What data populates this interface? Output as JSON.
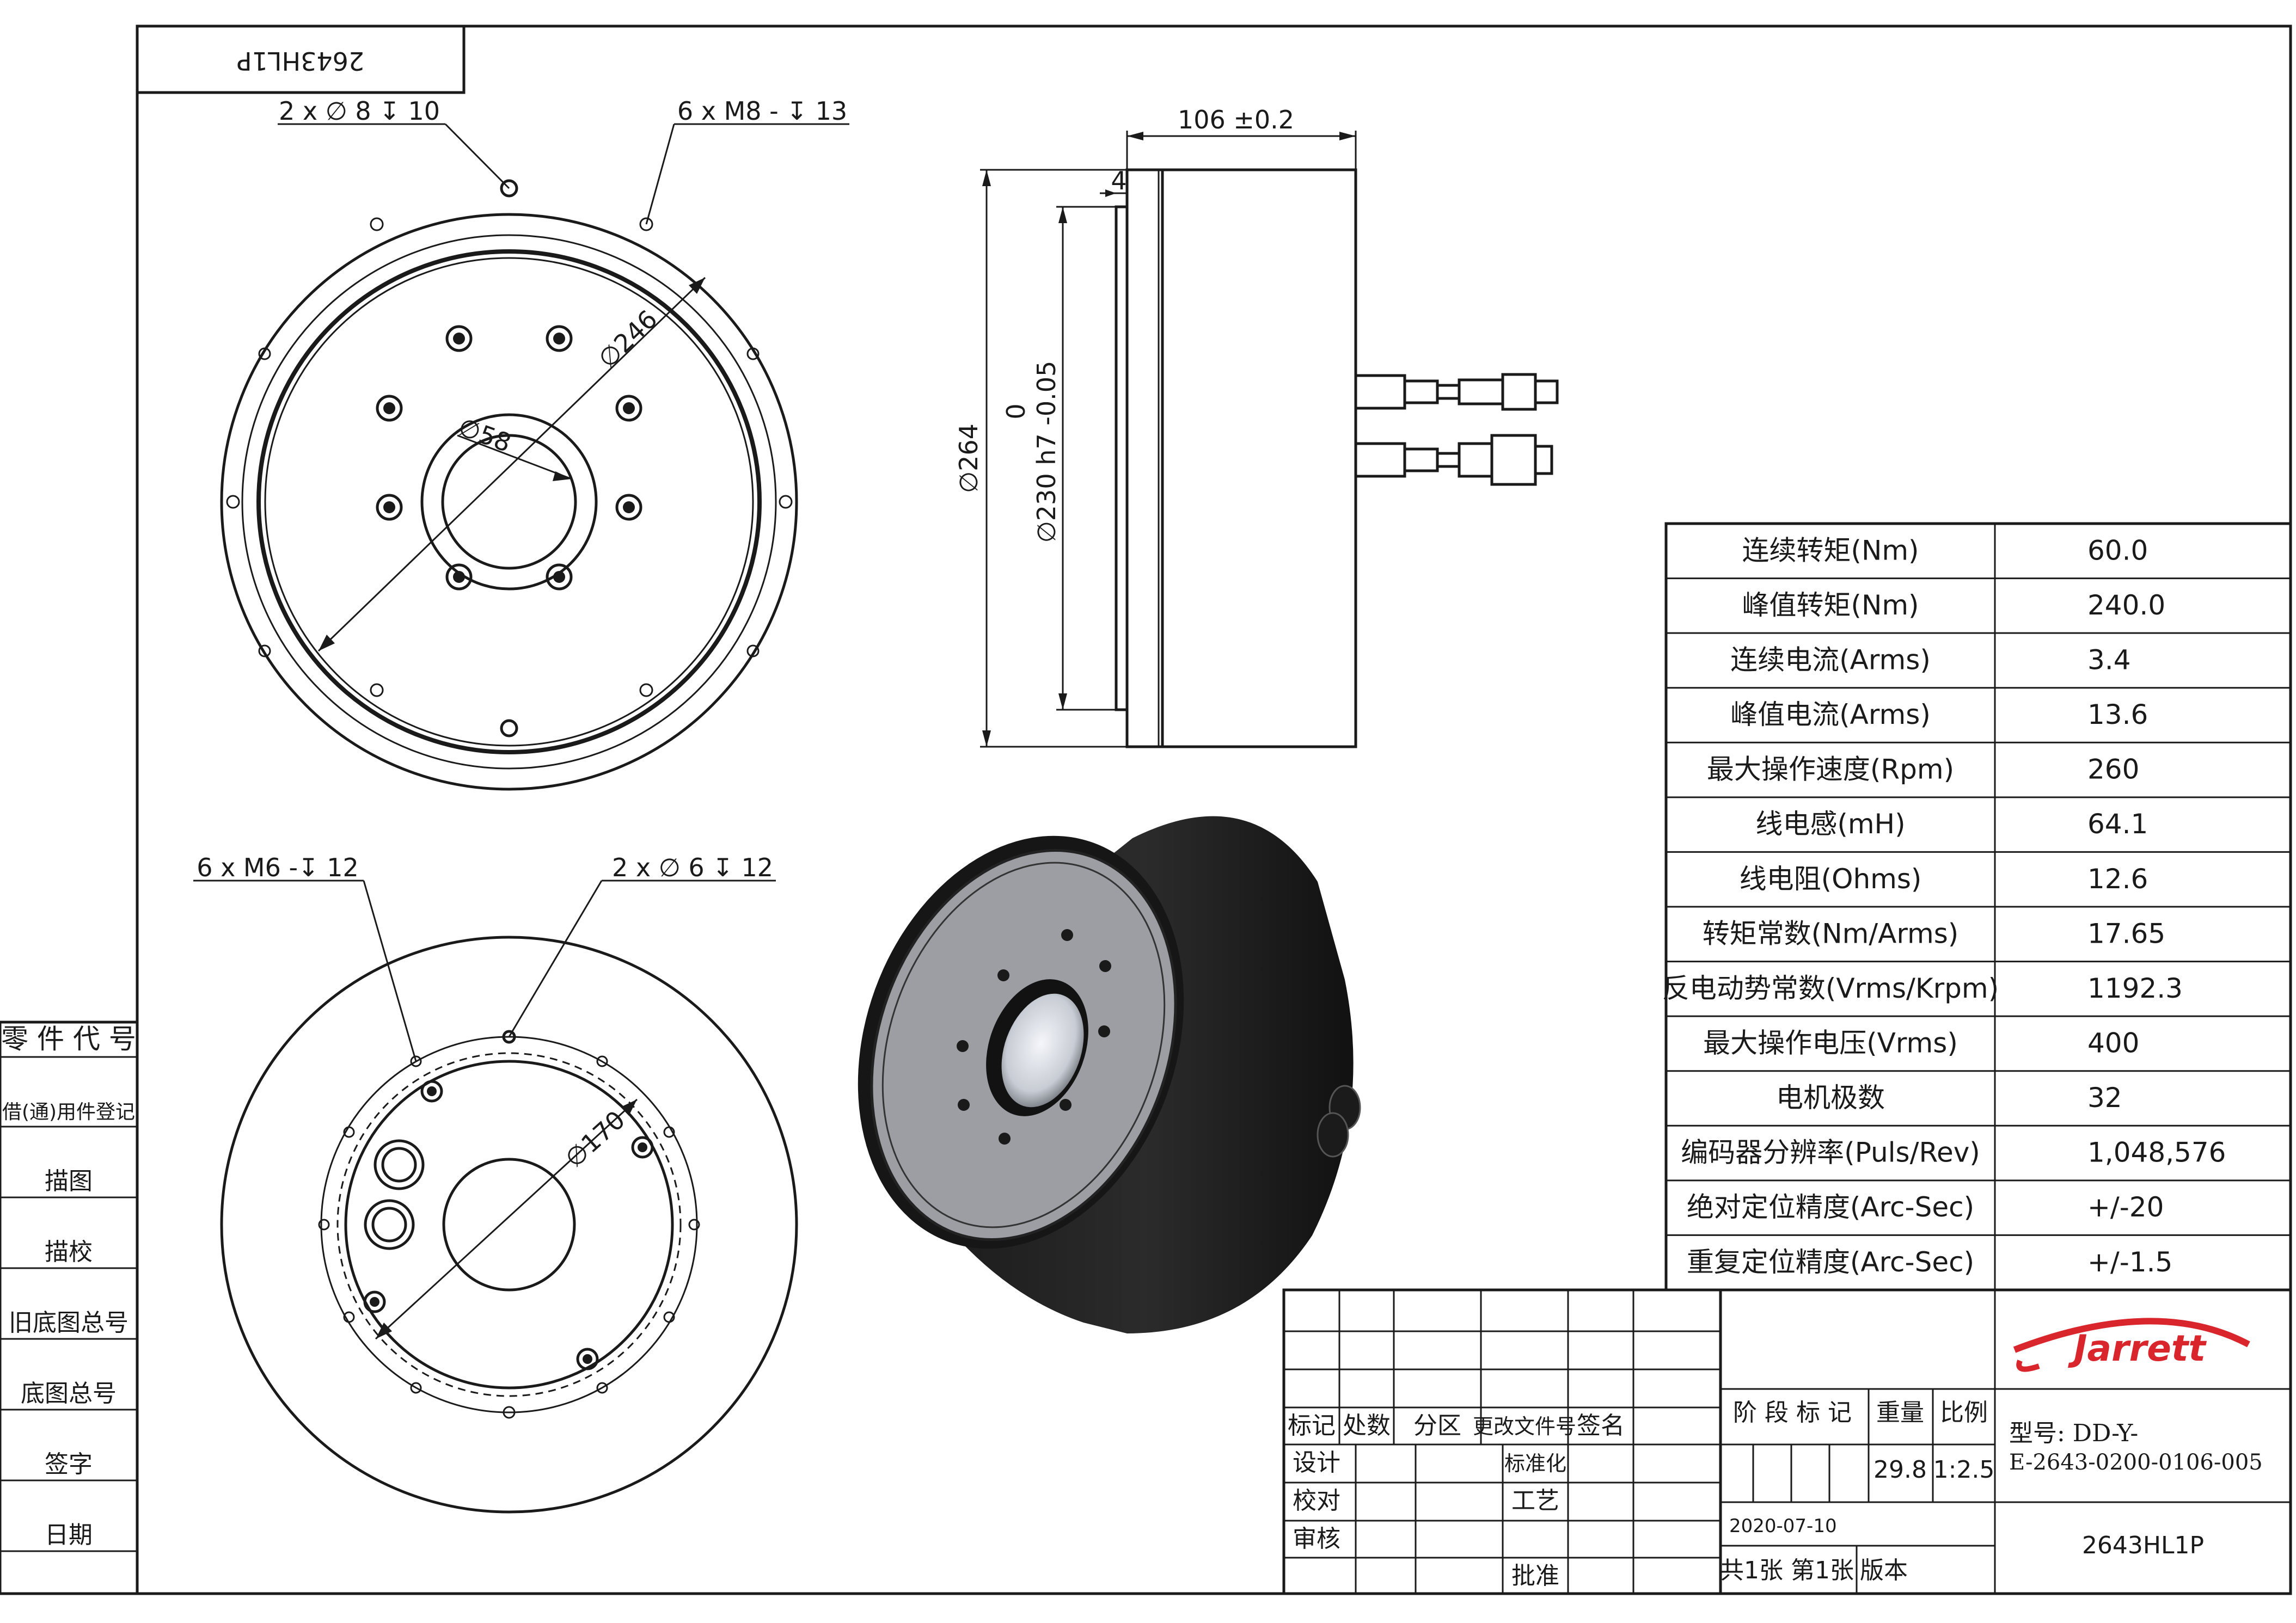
{
  "drawing": {
    "part_code_mirrored": "2643HL1P",
    "front_view": {
      "callout_holes": "2 x ∅ 8 ↧ 10",
      "callout_threads": "6 x  M8 - ↧ 13",
      "dia_pcd": "∅246",
      "dia_bore": "∅58"
    },
    "side_view": {
      "length": "106 ±0.2",
      "flange": "4",
      "dia_outer": "∅264",
      "dia_pilot": "∅230 h7 -0.05",
      "tol_upper": "0"
    },
    "rear_view": {
      "callout_threads": "6 x  M6 -↧ 12",
      "callout_holes": "2 x ∅ 6 ↧ 12",
      "dia_pcd": "∅170"
    }
  },
  "left_strip": [
    "零 件 代 号",
    "借(通)用件登记",
    "描图",
    "描校",
    "旧底图总号",
    "底图总号",
    "签字",
    "日期"
  ],
  "specs": [
    {
      "label": "连续转矩(Nm)",
      "value": "60.0"
    },
    {
      "label": "峰值转矩(Nm)",
      "value": "240.0"
    },
    {
      "label": "连续电流(Arms)",
      "value": "3.4"
    },
    {
      "label": "峰值电流(Arms)",
      "value": "13.6"
    },
    {
      "label": "最大操作速度(Rpm)",
      "value": "260"
    },
    {
      "label": "线电感(mH)",
      "value": "64.1"
    },
    {
      "label": "线电阻(Ohms)",
      "value": "12.6"
    },
    {
      "label": "转矩常数(Nm/Arms)",
      "value": "17.65"
    },
    {
      "label": "反电动势常数(Vrms/Krpm)",
      "value": "1192.3"
    },
    {
      "label": "最大操作电压(Vrms)",
      "value": "400"
    },
    {
      "label": "电机极数",
      "value": "32"
    },
    {
      "label": "编码器分辨率(Puls/Rev)",
      "value": "1,048,576"
    },
    {
      "label": "绝对定位精度(Arc-Sec)",
      "value": "+/-20"
    },
    {
      "label": "重复定位精度(Arc-Sec)",
      "value": "+/-1.5"
    }
  ],
  "title_block": {
    "rev_headers": [
      "标记",
      "处数",
      "分区",
      "更改文件号",
      "签名"
    ],
    "design": "设计",
    "standard": "标准化",
    "check": "校对",
    "process": "工艺",
    "review": "审核",
    "approve": "批准",
    "stage": "阶 段 标 记",
    "weight_label": "重量",
    "scale_label": "比例",
    "weight": "29.8",
    "scale": "1:2.5",
    "date": "2020-07-10",
    "sheets": "共1张 第1张",
    "version": "版本",
    "model_line1": "型号: DD-Y-",
    "model_line2": "E-2643-0200-0106-005",
    "part_no": "2643HL1P",
    "logo": "Jarrett",
    "logo_color": "#d8262c"
  }
}
